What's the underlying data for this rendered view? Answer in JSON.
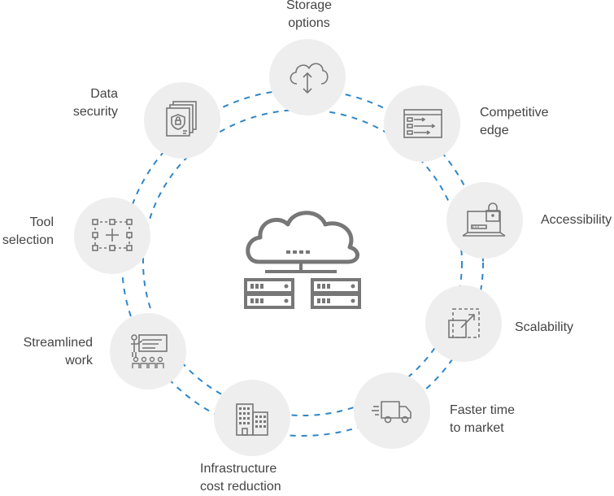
{
  "colors": {
    "ring": "#2f86c8",
    "node_bg": "#eeeeee",
    "icon": "#777777",
    "text": "#444444"
  },
  "center": {
    "icon": "cloud-server-icon"
  },
  "benefits": [
    {
      "id": "storage-options",
      "icon": "cloud-upload-icon",
      "lines": [
        "Storage",
        "options"
      ]
    },
    {
      "id": "competitive-edge",
      "icon": "process-window-icon",
      "lines": [
        "Competitive",
        "edge"
      ]
    },
    {
      "id": "accessibility",
      "icon": "laptop-lock-icon",
      "lines": [
        "Accessibility"
      ]
    },
    {
      "id": "scalability",
      "icon": "scale-arrow-icon",
      "lines": [
        "Scalability"
      ]
    },
    {
      "id": "faster-time-to-market",
      "icon": "delivery-truck-icon",
      "lines": [
        "Faster time",
        "to market"
      ]
    },
    {
      "id": "infrastructure-cost-reduction",
      "icon": "office-building-icon",
      "lines": [
        "Infrastructure",
        "cost reduction"
      ]
    },
    {
      "id": "streamlined-work",
      "icon": "team-presentation-icon",
      "lines": [
        "Streamlined",
        "work"
      ]
    },
    {
      "id": "tool-selection",
      "icon": "selection-tool-icon",
      "lines": [
        "Tool",
        "selection"
      ]
    },
    {
      "id": "data-security",
      "icon": "secure-documents-icon",
      "lines": [
        "Data",
        "security"
      ]
    }
  ]
}
